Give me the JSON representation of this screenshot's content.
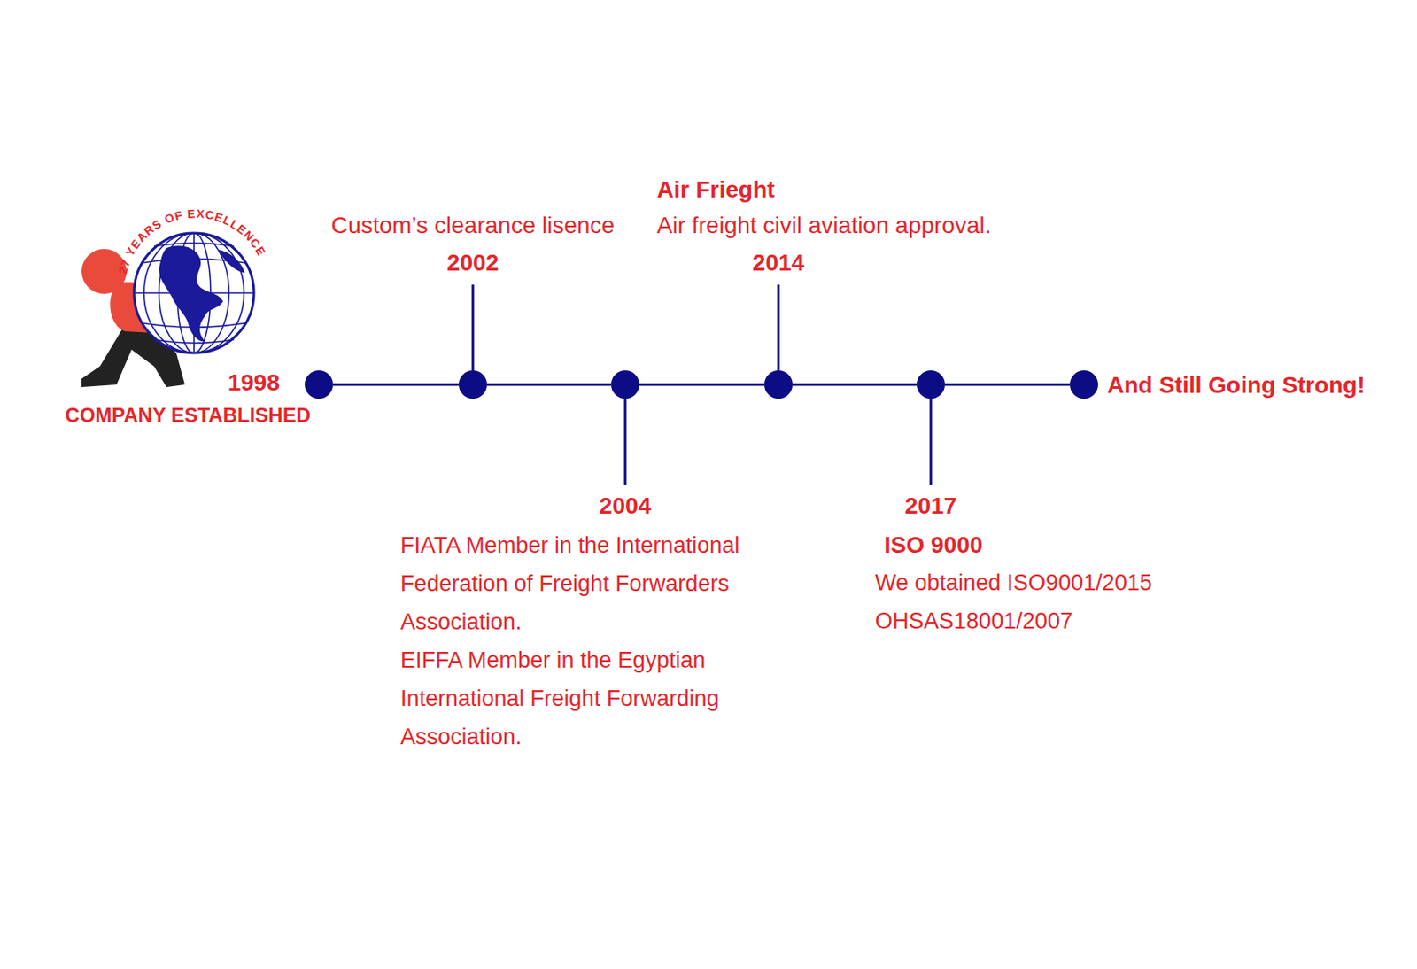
{
  "diagram": {
    "nodes": [
      {
        "text": [
          "1998",
          "COMPANY ESTABLISHED"
        ]
      },
      {
        "text": [
          "Custom’s clearance lisence",
          "2002"
        ]
      },
      {
        "text": [
          "2004",
          "FIATA Member in the International Federation of Freight Forwarders Association.",
          "EIFFA Member in the Egyptian International Freight Forwarding Association."
        ]
      },
      {
        "text": [
          "Air Frieght",
          "Air freight civil aviation approval.",
          "2014"
        ]
      },
      {
        "text": [
          "2017",
          "ISO 9000",
          "We obtained ISO9001/2015 OHSAS18001/2007"
        ]
      },
      {
        "text": [
          "And Still Going Strong!"
        ]
      }
    ],
    "edges": [
      {
        "from": 0,
        "to": 1,
        "arrow": "none"
      },
      {
        "from": 1,
        "to": 2,
        "arrow": "none"
      },
      {
        "from": 2,
        "to": 3,
        "arrow": "none"
      },
      {
        "from": 3,
        "to": 4,
        "arrow": "none"
      },
      {
        "from": 4,
        "to": 5,
        "arrow": "none"
      }
    ],
    "labels": [
      "27 YEARS OF EXCELLENCE"
    ]
  }
}
